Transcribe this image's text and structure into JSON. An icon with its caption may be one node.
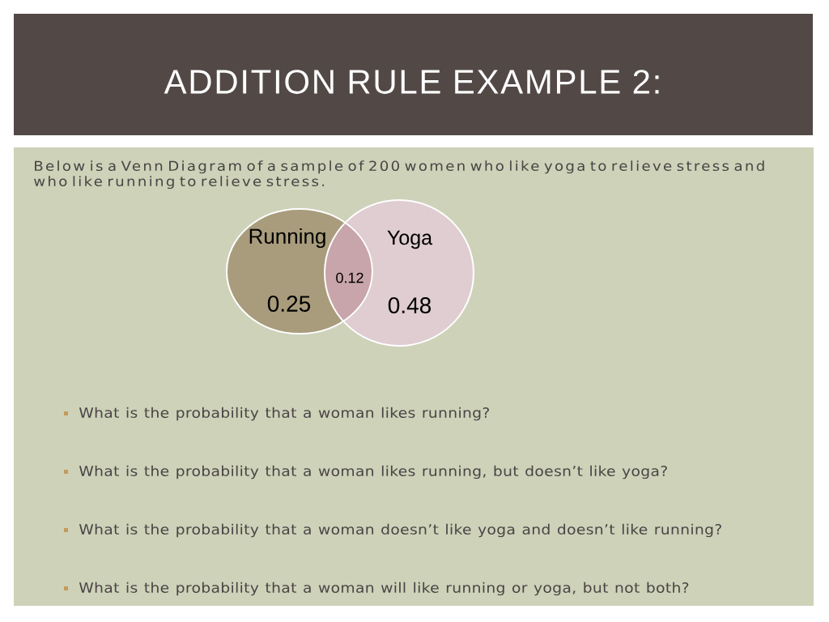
{
  "diagram": {
    "title": "ADDITION RULE EXAMPLE 2:",
    "nodes": [
      {
        "text": [
          "Running",
          "0.25"
        ]
      },
      {
        "text": [
          "Yoga",
          "0.48"
        ]
      }
    ],
    "labels": [
      "Below is a Venn Diagram of a sample of 200 women who like yoga to relieve stress and who like running to relieve stress.",
      "0.12",
      "What is the probability that a woman likes running?",
      "What is the probability that a woman likes running, but doesn’t like yoga?",
      "What is the probability that a woman doesn’t like yoga and doesn’t like running?",
      "What is the probability that a woman will like running or yoga, but not both?"
    ]
  }
}
